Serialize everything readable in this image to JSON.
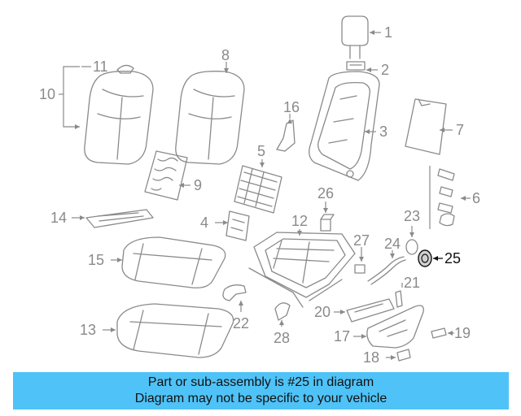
{
  "diagram": {
    "highlighted_part": "25",
    "labels": [
      "1",
      "2",
      "3",
      "4",
      "5",
      "6",
      "7",
      "8",
      "9",
      "10",
      "11",
      "12",
      "13",
      "14",
      "15",
      "16",
      "17",
      "18",
      "19",
      "20",
      "21",
      "22",
      "23",
      "24",
      "25",
      "26",
      "27",
      "28"
    ]
  },
  "banner": {
    "line1": "Part or sub-assembly is #25 in diagram",
    "line2": "Diagram may not be specific to your vehicle",
    "background_color": "#4fc3f7"
  },
  "colors": {
    "line_art": "#8a8a8a",
    "highlight": "#111111"
  }
}
